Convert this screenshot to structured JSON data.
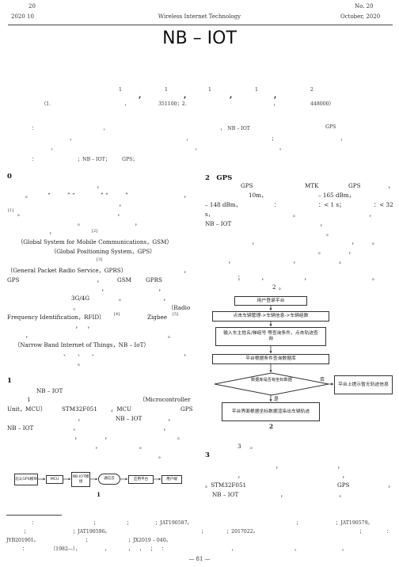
{
  "header": {
    "left_num": "20",
    "left_date": "2020    10",
    "center": "Wireless Internet Technology",
    "right_num": "No. 20",
    "right_date": "October, 2020"
  },
  "title": "NB – IOT",
  "authors": {
    "m1": "1",
    "m2": "1",
    "m3": "1",
    "m4": "1",
    "m5": "2",
    "affiliation_a": "（1.",
    "affiliation_b": "，",
    "affiliation_c": "351100；2.",
    "affiliation_d": "，",
    "affiliation_e": "448000）"
  },
  "abstract": {
    "line1a": "：",
    "line1b": "，",
    "line1c": "，　NB – IOT",
    "line1d": "GPS",
    "line2a": "。",
    "line2b": "，",
    "line2c": "；",
    "line2d": "，",
    "line3a": "，",
    "line3b": "，",
    "line3c": "。"
  },
  "keywords": {
    "a": "：",
    "b": "；NB – IOT；",
    "c": "GPS；"
  },
  "left_col": {
    "h0": "0",
    "l1": "，",
    "l2a": "。",
    "l2b": "“",
    "l2c": "” “",
    "l2d": "” “",
    "l2e": "”",
    "l2f": "，",
    "l3": "，",
    "l4a": "[1]",
    "l4b": "。",
    "l4c": "，",
    "l5a": "。",
    "l5b": "，",
    "l6a": "，",
    "l6b": "[2]",
    "gsm": "（Global System for Mobile Communications，GSM）",
    "gps": "（Global Positioning System，GPS）",
    "ref3": "[3]",
    "gprs": "（General Packet Radio Service，GPRS）",
    "l10a": "，",
    "l11a": "GPS",
    "l11b": "，",
    "l11c": "GSM",
    "l11d": "GPRS",
    "l12a": "，",
    "l12b": "，",
    "l13a": "3G/4G",
    "l13b": "。",
    "l13c": "，",
    "l14a": "，",
    "l14b": "（Radio",
    "rfid": "Frequency Identification，RFID）",
    "ref4": "[4]",
    "zigbee": "Zigbee",
    "ref5": "[5]",
    "l16a": "，",
    "l16b": "，",
    "l17a": "，",
    "l17b": "。",
    "nbiot": "（Narrow Band Internet of Things，NB – IoT）",
    "l19": "、　　、　　、",
    "l19b": "，",
    "l20": "。",
    "h1": "1",
    "s1a": "NB – IOT",
    "s1b": "1",
    "s1c": "（Microcontroller",
    "s1d": "Unit，MCU）",
    "s1e": "STM32F051",
    "s1f": "。MCU",
    "s1g": "GPS",
    "s1h": "，",
    "s1i": "NB – IOT",
    "s1j": "，",
    "s1k": "NB – IOT",
    "s1l": "，",
    "s1m": "，",
    "s1n": "，",
    "s1o": "，",
    "s1p": "。",
    "s1q": "，",
    "s1r": "。",
    "s1s": "。"
  },
  "block_diagram": {
    "gps": "北斗GPS模块",
    "mcu": "MCU",
    "nbiot": "NB-IOT模组",
    "cloud": "通信云",
    "platform": "应用平台",
    "user": "用户端",
    "caption": "1"
  },
  "right_col": {
    "h2": "2　GPS",
    "r1a": "GPS",
    "r1b": "MTK",
    "r1c": "GPS",
    "r1d": "，",
    "r2a": "10m，",
    "r2b": "– 165 dBm，",
    "r3a": "– 148 dBm，",
    "r3b": "：",
    "r3c": "：< 1 s；",
    "r3d": "：< 32",
    "r4a": "s，",
    "r4b": "。",
    "r4c": "，",
    "r5a": "NB – IOT",
    "r6a": "，",
    "r6b": "。",
    "r7a": "，",
    "r7b": "，",
    "r7c": "。",
    "r8a": "。",
    "r8b": "，",
    "r9a": "，",
    "r9b": "，",
    "r9c": "。",
    "r10a": "；",
    "r10b": "，",
    "r10c": "，",
    "r10d": "。",
    "r11a": "2",
    "r11b": "。",
    "h3": "3",
    "r12a": "3",
    "r12b": "。",
    "r13a": "，",
    "r13b": "，",
    "r14a": "，",
    "r14b": "，",
    "r15a": "。STM32F051",
    "r15b": "GPS",
    "r15c": "，",
    "r16a": "NB – IOT",
    "r16b": "，",
    "r16c": "，"
  },
  "flowchart": {
    "step1": "用户登录平台",
    "step2": "点击车辆管理->车辆信息->车辆组数",
    "step3": "输入车主姓名/梯组号 等查询条件，点击轨迹查询",
    "step4": "平台根据条件查询数据库",
    "decision": "数据库是否有坐标数据",
    "no_label": "否",
    "yes_label": "是",
    "step5": "平台界面根据坐标数据渲染出车辆轨迹",
    "step_no": "平台上提示暂无轨迹信息",
    "caption": "2"
  },
  "footnote": {
    "f1a": "：",
    "f1b": "；",
    "f1c": "；",
    "f1d": "；JAT190587。",
    "f1e": "；",
    "f1f": "；JAT190579。",
    "f2a": "；",
    "f2b": "；JAT190596。",
    "f2c": "；",
    "f2d": "；2017022。",
    "f2e": "；",
    "f2f": "：",
    "f3a": "JYB201901。",
    "f3b": "；",
    "f3c": "；JX2019 – 040。",
    "f4a": "：",
    "f4b": "（1982—），",
    "f4c": "，",
    "f4d": "，",
    "f4e": "，",
    "f4f": "；",
    "f4g": "：",
    "f4h": "，",
    "f4i": "。",
    "f4j": "。"
  },
  "page_number": "— 81 —"
}
